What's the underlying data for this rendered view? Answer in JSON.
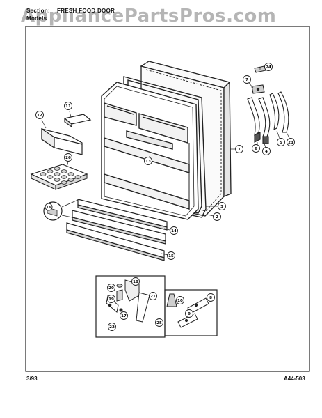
{
  "header": {
    "section_label": "Section:",
    "section_name": "FRESH FOOD DOOR",
    "models_label": "Models"
  },
  "watermark": "AppliancePartsPros.com",
  "footer": {
    "date": "3/93",
    "page_code": "A44-503"
  },
  "callouts": {
    "c1": "1",
    "c2": "2",
    "c3": "3",
    "c4": "4",
    "c5": "5",
    "c6": "6",
    "c7": "7",
    "c8": "8",
    "c9": "9",
    "c10": "10",
    "c11": "11",
    "c12": "12",
    "c13": "13",
    "c14": "14",
    "c15": "15",
    "c16": "16",
    "c17": "17",
    "c18": "18",
    "c19": "19",
    "c20": "20",
    "c21": "21",
    "c22": "22",
    "c23": "23",
    "c24": "24",
    "c25": "25",
    "c26": "26"
  }
}
